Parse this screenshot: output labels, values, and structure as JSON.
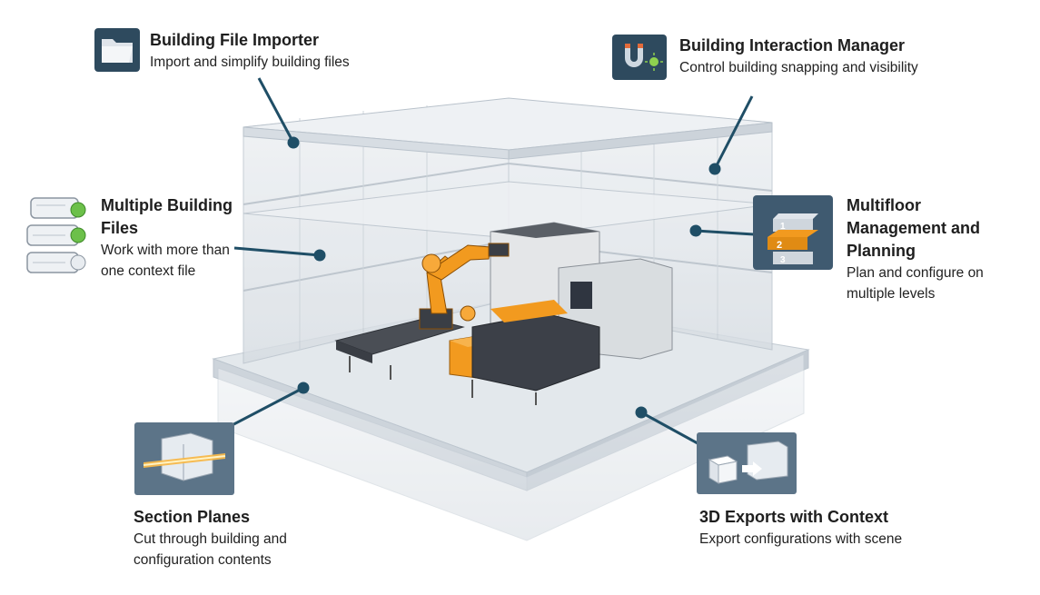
{
  "features": [
    {
      "id": "importer",
      "title": "Building File Importer",
      "desc": "Import and simplify building files",
      "icon": "folder-icon"
    },
    {
      "id": "interaction",
      "title": "Building Interaction Manager",
      "desc": "Control building snapping and visibility",
      "icon": "magnet-icon"
    },
    {
      "id": "multifile",
      "title": "Multiple Building Files",
      "desc": "Work with more than one context file",
      "icon": "stacked-files-icon"
    },
    {
      "id": "multifloor",
      "title": "Multifloor Management and Planning",
      "desc": "Plan and configure on multiple levels",
      "icon": "floor-levels-icon"
    },
    {
      "id": "section",
      "title": "Section Planes",
      "desc": "Cut through building and configuration contents",
      "icon": "section-plane-icon"
    },
    {
      "id": "exports",
      "title": "3D Exports with Context",
      "desc": "Export configurations with scene",
      "icon": "export-3d-icon"
    }
  ],
  "floor_numbers": [
    "1",
    "2",
    "3"
  ],
  "colors": {
    "callout": "#1f4e66",
    "accent_orange": "#f29a1f",
    "glass": "#d7dde3",
    "machine": "#3c4048"
  }
}
